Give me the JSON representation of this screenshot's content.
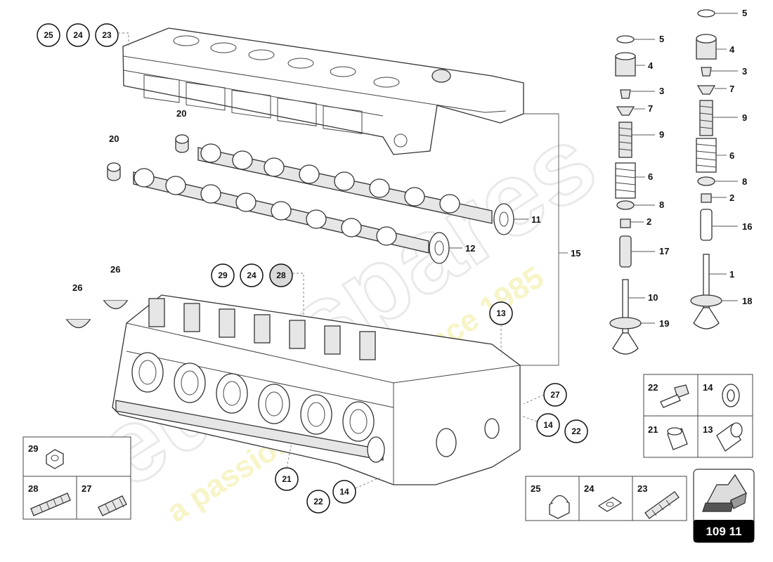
{
  "watermark": {
    "brand": "eurospares",
    "slogan": "a passion for parts since 1985"
  },
  "page_code": "109 11",
  "callouts": {
    "cover_nuts": [
      "25",
      "24",
      "23"
    ],
    "cam_bearing_upper": "20",
    "cam_bearing_lower": "20",
    "camshaft_exhaust": "11",
    "camshaft_intake": "12",
    "chain": "15",
    "key_left": "26",
    "key_right": "26",
    "head_studs": [
      "29",
      "24",
      "28"
    ],
    "head_dowel": "13",
    "manifold_stud": "27",
    "manifold_washer": "14",
    "manifold_bolt": "22",
    "bottom_bolt": "21",
    "bottom_bolt2": "22",
    "bottom_washer": "14",
    "valve_left": [
      "5",
      "4",
      "3",
      "7",
      "9",
      "6",
      "8",
      "2",
      "17",
      "10",
      "19"
    ],
    "valve_right": [
      "5",
      "4",
      "3",
      "7",
      "9",
      "6",
      "8",
      "2",
      "16",
      "1",
      "18"
    ]
  },
  "legend_right": [
    {
      "num": "22",
      "icon": "bolt-icon"
    },
    {
      "num": "14",
      "icon": "washer-icon"
    },
    {
      "num": "21",
      "icon": "sleeve-icon"
    },
    {
      "num": "13",
      "icon": "dowel-icon"
    }
  ],
  "legend_left": [
    {
      "num": "29",
      "icon": "nut-icon"
    },
    {
      "num": "28",
      "icon": "stud-icon"
    },
    {
      "num": "27",
      "icon": "short-stud-icon"
    }
  ],
  "legend_bottom": [
    {
      "num": "25",
      "icon": "cap-nut-icon"
    },
    {
      "num": "24",
      "icon": "washer-icon"
    },
    {
      "num": "23",
      "icon": "stud-icon"
    }
  ]
}
